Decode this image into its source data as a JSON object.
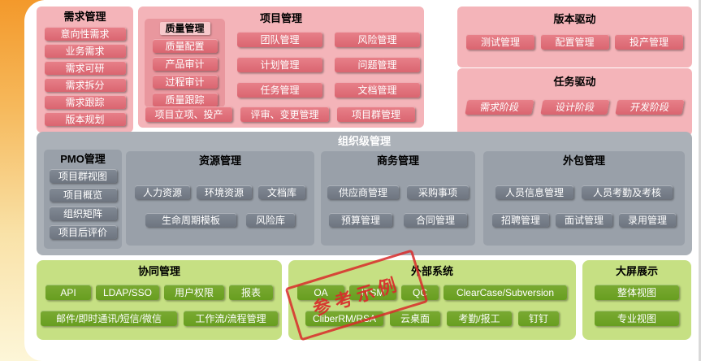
{
  "colors": {
    "accent_orange": "#f3992b",
    "pink_panel": "#f4b4b9",
    "pink_block": "#dd6a74",
    "quality_panel": "#e9979e",
    "org_panel": "#abb1b8",
    "org_subpanel": "#99a0a9",
    "gray_block": "#727a85",
    "green_panel": "#c6e083",
    "green_block": "#6aa124",
    "stamp_red": "#d82a2a"
  },
  "req": {
    "title": "需求管理",
    "items": [
      "意向性需求",
      "业务需求",
      "需求可研",
      "需求拆分",
      "需求跟踪",
      "版本规划"
    ]
  },
  "proj": {
    "title": "项目管理",
    "quality": {
      "title": "质量管理",
      "items": [
        "质量配置",
        "产品审计",
        "过程审计",
        "质量跟踪"
      ]
    },
    "col1": [
      "团队管理",
      "计划管理",
      "任务管理"
    ],
    "col2": [
      "风险管理",
      "问题管理",
      "文档管理"
    ],
    "bottom": [
      "项目立项、投产",
      "评审、变更管理",
      "项目群管理"
    ]
  },
  "ver": {
    "title": "版本驱动",
    "items": [
      "测试管理",
      "配置管理",
      "投产管理"
    ]
  },
  "task": {
    "title": "任务驱动",
    "items": [
      "需求阶段",
      "设计阶段",
      "开发阶段"
    ]
  },
  "org": {
    "title": "组织级管理",
    "pmo": {
      "title": "PMO管理",
      "items": [
        "项目群视图",
        "项目概览",
        "组织矩阵",
        "项目后评价"
      ]
    },
    "res": {
      "title": "资源管理",
      "row1": [
        "人力资源",
        "环境资源",
        "文档库"
      ],
      "row2": [
        "生命周期模板",
        "风险库"
      ]
    },
    "biz": {
      "title": "商务管理",
      "row1": [
        "供应商管理",
        "采购事项"
      ],
      "row2": [
        "预算管理",
        "合同管理"
      ]
    },
    "out": {
      "title": "外包管理",
      "row1": [
        "人员信息管理",
        "人员考勤及考核"
      ],
      "row2": [
        "招聘管理",
        "面试管理",
        "录用管理"
      ]
    }
  },
  "collab": {
    "title": "协同管理",
    "row1": [
      "API",
      "LDAP/SSO",
      "用户权限",
      "报表"
    ],
    "row2": [
      "邮件/即时通讯/短信/微信",
      "工作流/流程管理"
    ]
  },
  "ext": {
    "title": "外部系统",
    "row1": [
      "OA",
      "ITSM",
      "QC",
      "ClearCase/Subversion"
    ],
    "row2": [
      "CliberRM/RSA",
      "云桌面",
      "考勤/报工",
      "钉钉"
    ]
  },
  "disp": {
    "title": "大屏展示",
    "items": [
      "整体视图",
      "专业视图"
    ]
  },
  "stamp": {
    "label": "参考示例"
  }
}
